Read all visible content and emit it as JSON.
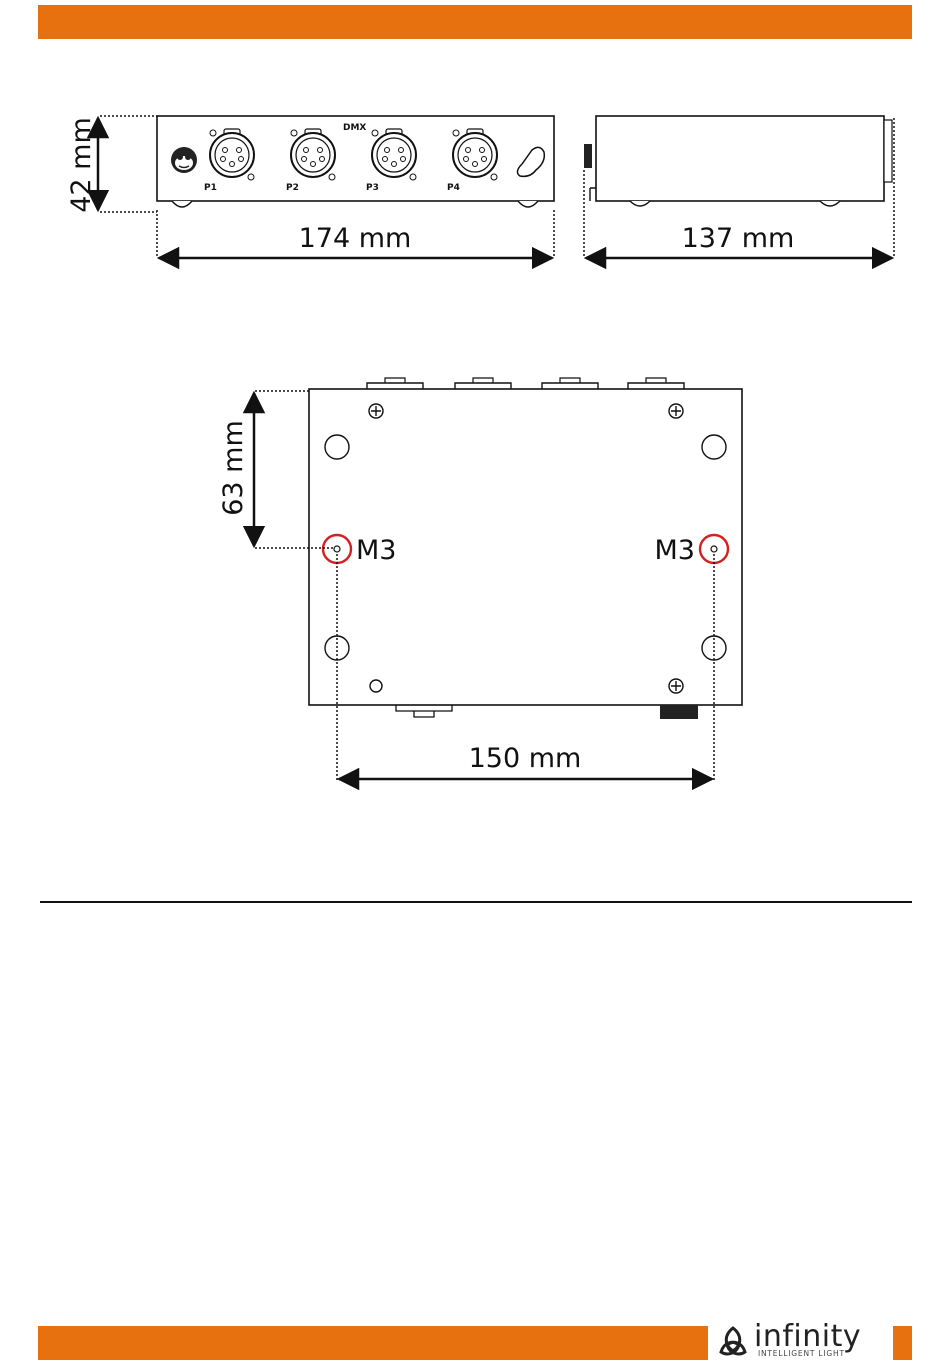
{
  "colors": {
    "accent": "#e8710f",
    "mark_red": "#d42020",
    "ink": "#111111"
  },
  "front_view": {
    "height_label": "42 mm",
    "width_label": "174 mm",
    "panel_label": "DMX",
    "ports": [
      "P1",
      "P2",
      "P3",
      "P4"
    ]
  },
  "side_view": {
    "depth_label": "137 mm"
  },
  "bottom_view": {
    "offset_label": "63 mm",
    "left_hole_label": "M3",
    "right_hole_label": "M3",
    "spacing_label": "150 mm"
  },
  "footer": {
    "brand_name": "infinity",
    "brand_tagline": "INTELLIGENT LIGHT",
    "icon": "triquetra-logo-icon"
  }
}
